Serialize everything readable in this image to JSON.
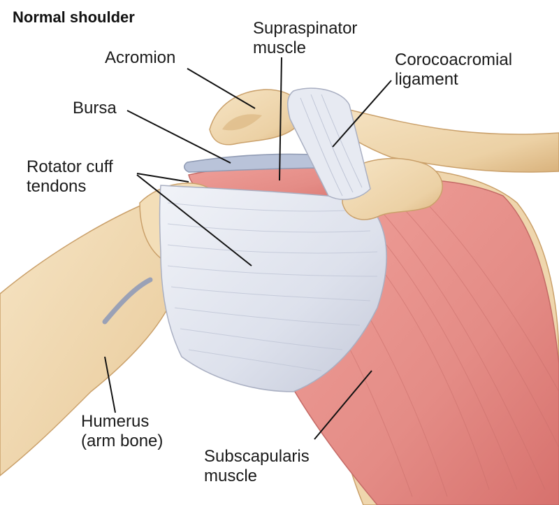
{
  "title": "Normal shoulder",
  "labels": {
    "acromion": "Acromion",
    "supraspinator_1": "Supraspinator",
    "supraspinator_2": "muscle",
    "corocoacromial_1": "Corocoacromial",
    "corocoacromial_2": "ligament",
    "bursa": "Bursa",
    "rotator_1": "Rotator cuff",
    "rotator_2": "tendons",
    "humerus_1": "Humerus",
    "humerus_2": "(arm bone)",
    "subscapularis_1": "Subscapularis",
    "subscapularis_2": "muscle"
  },
  "colors": {
    "bone": "#efd6ad",
    "bone_shadow": "#d9b27c",
    "muscle": "#e48c86",
    "muscle_dark": "#cf6f6b",
    "tendon": "#dfe3ee",
    "tendon_shadow": "#b9bfd0",
    "bursa": "#b8c2d8",
    "leader_line": "#111111"
  }
}
